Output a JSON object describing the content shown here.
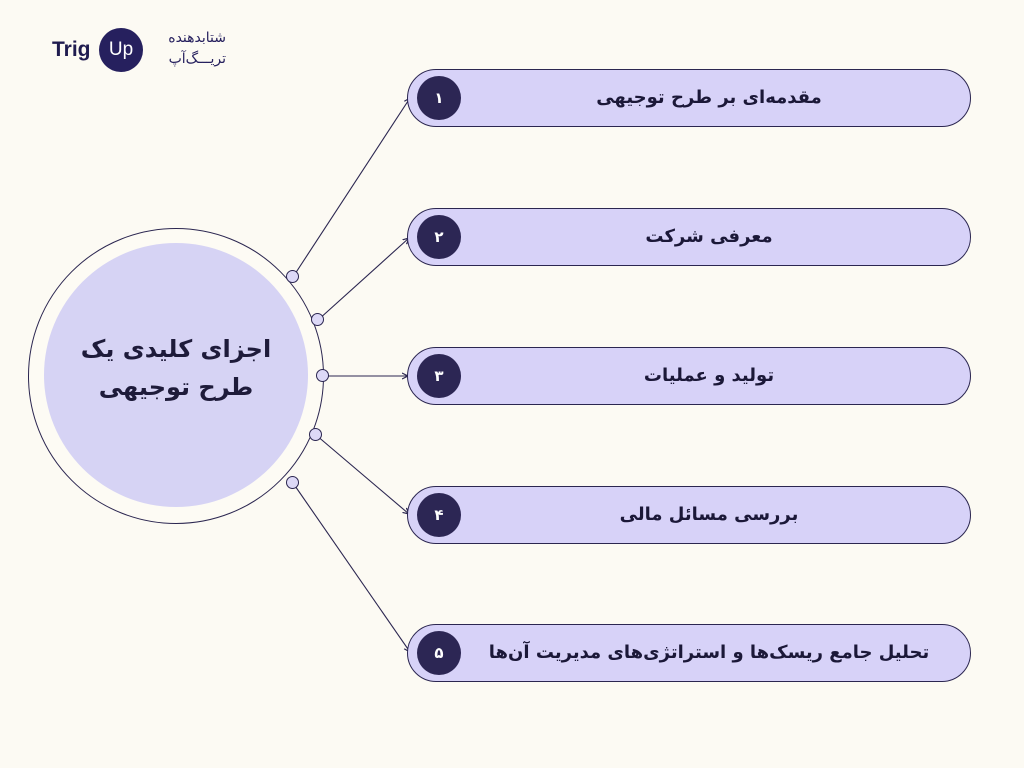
{
  "logo": {
    "latin_left": "Trig",
    "latin_badge": "Up",
    "persian_line1": "شتابدهنده",
    "persian_line2": "تریـــگ‌آپ"
  },
  "diagram": {
    "center_title_line1": "اجزای کلیدی یک",
    "center_title_line2": "طرح توجیهی",
    "items": [
      {
        "number": "۱",
        "label": "مقدمه‌ای بر طرح توجیهی"
      },
      {
        "number": "۲",
        "label": "معرفی شرکت"
      },
      {
        "number": "۳",
        "label": "تولید و عملیات"
      },
      {
        "number": "۴",
        "label": "بررسی مسائل مالی"
      },
      {
        "number": "۵",
        "label": "تحلیل جامع ریسک‌ها و استراتژی‌های مدیریت آن‌ها"
      }
    ]
  },
  "colors": {
    "background": "#fcfaf3",
    "circle_fill": "#d6d3f4",
    "pill_fill": "#d7d2f8",
    "dark_navy": "#2c2654",
    "outline": "#2b2650"
  }
}
